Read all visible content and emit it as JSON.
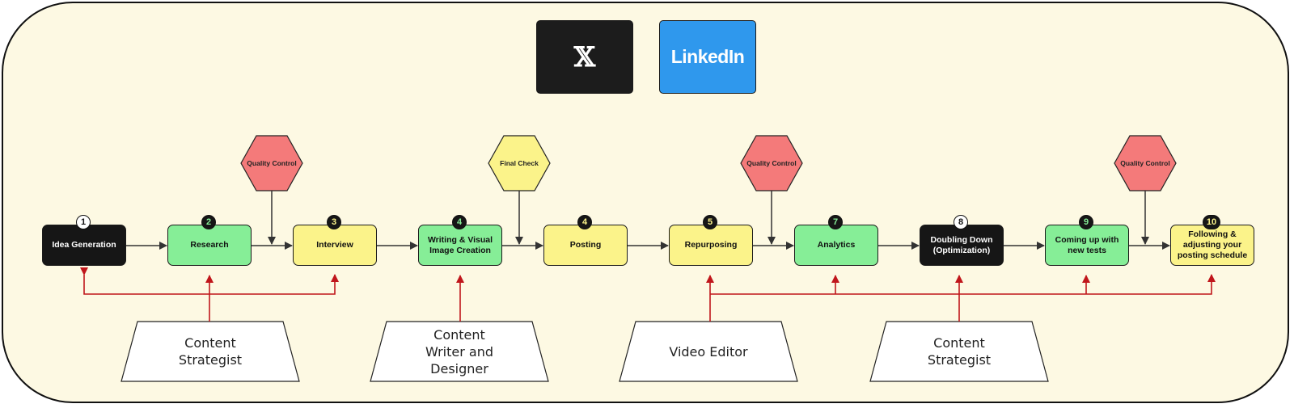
{
  "logos": [
    {
      "label": "𝕏",
      "icon": "x-logo-icon",
      "background": "#1c1c1c"
    },
    {
      "label": "LinkedIn",
      "icon": "linkedin-logo-icon",
      "background": "#2f98ed"
    }
  ],
  "steps": [
    {
      "badge": "1",
      "label": "Idea Generation",
      "style": "black"
    },
    {
      "badge": "2",
      "label": "Research",
      "style": "green"
    },
    {
      "badge": "3",
      "label": "Interview",
      "style": "yellow"
    },
    {
      "badge": "4",
      "label": "Writing & Visual Image Creation",
      "style": "green"
    },
    {
      "badge": "4",
      "label": "Posting",
      "style": "yellow"
    },
    {
      "badge": "5",
      "label": "Repurposing",
      "style": "yellow"
    },
    {
      "badge": "7",
      "label": "Analytics",
      "style": "green"
    },
    {
      "badge": "8",
      "label": "Doubling Down (Optimization)",
      "style": "black"
    },
    {
      "badge": "9",
      "label": "Coming up with new tests",
      "style": "green"
    },
    {
      "badge": "10",
      "label": "Following & adjusting your posting schedule",
      "style": "yellow"
    }
  ],
  "checkpoints": [
    {
      "label": "Quality Control",
      "color": "#f47a7a"
    },
    {
      "label": "Final Check",
      "color": "#fbf38a"
    },
    {
      "label": "Quality Control",
      "color": "#f47a7a"
    },
    {
      "label": "Quality Control",
      "color": "#f47a7a"
    }
  ],
  "roles": [
    {
      "label": "Content\nStrategist"
    },
    {
      "label": "Content\nWriter and\nDesigner"
    },
    {
      "label": "Video Editor"
    },
    {
      "label": "Content\nStrategist"
    }
  ],
  "colors": {
    "frame": "#fdf9e3",
    "flow_arrow": "#333333",
    "role_line": "#c0161b"
  }
}
